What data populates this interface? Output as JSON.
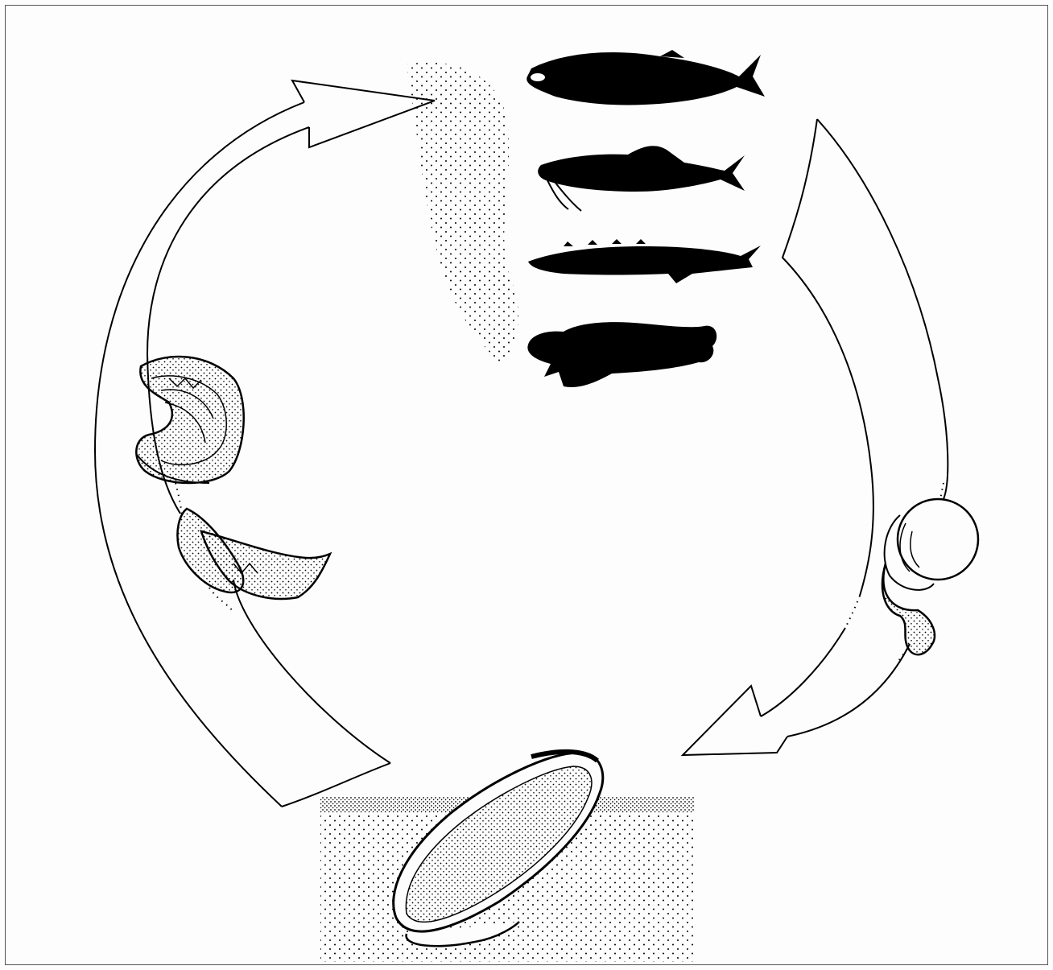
{
  "figure": {
    "kind": "life-cycle illustration",
    "ink_color": "#000000",
    "paper_color": "#fdfdfd",
    "stages": [
      {
        "id": "host-fish",
        "icon": "fish-silhouette-icon",
        "count": 4
      },
      {
        "id": "glochidium-open",
        "icon": "open-glochidium-icon"
      },
      {
        "id": "juvenile",
        "icon": "juvenile-mussel-icon"
      },
      {
        "id": "adult",
        "icon": "adult-mussel-icon"
      },
      {
        "id": "glochidia-release",
        "icon": "glochidium-pair-icon"
      }
    ],
    "arrows": [
      "right-cycle-arrow",
      "left-cycle-arrow"
    ]
  }
}
